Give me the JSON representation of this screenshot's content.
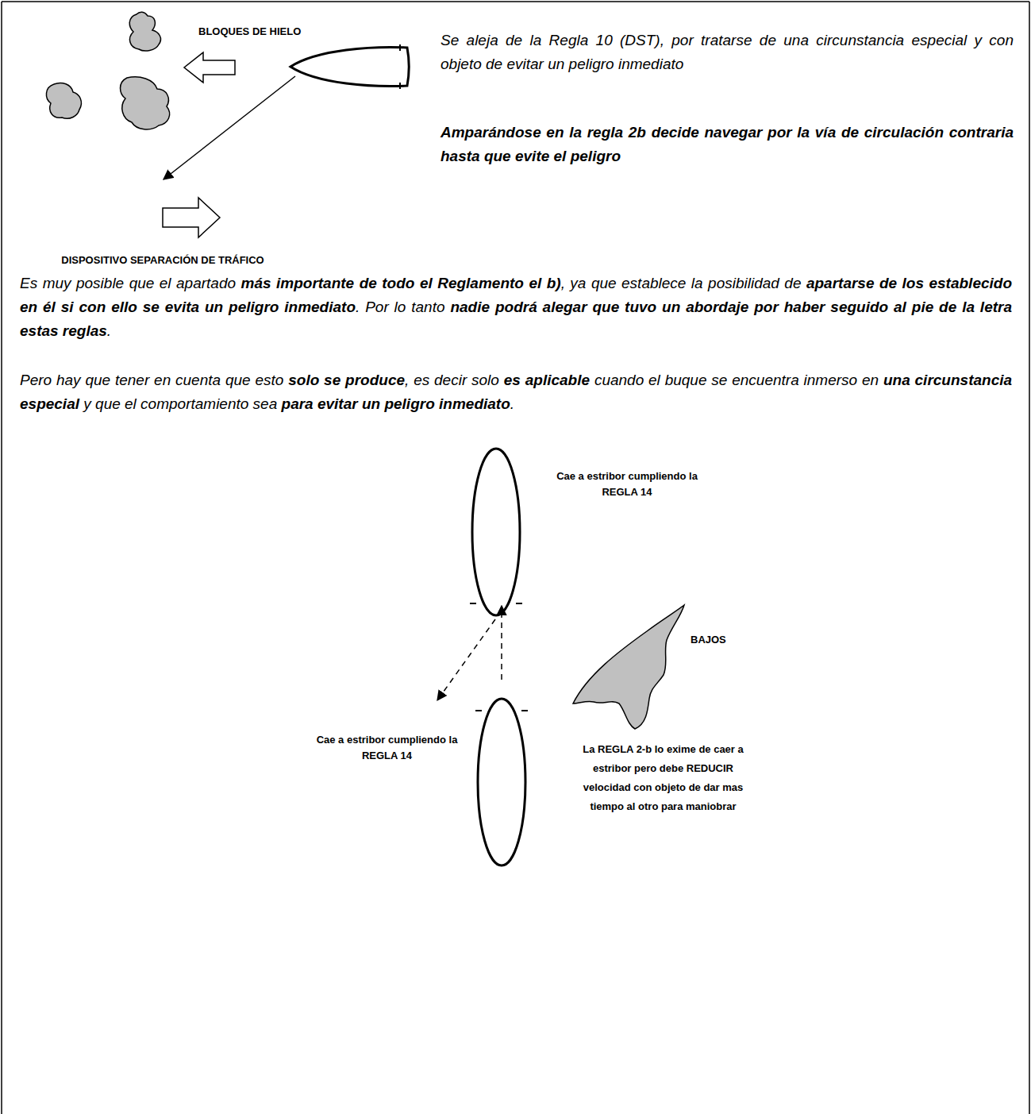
{
  "diagram": {
    "labels": [
      "BLOQUES DE HIELO",
      "DISPOSITIVO SEPARACIÓN DE TRÁFICO",
      "Se aleja de la Regla 10 (DST), por tratarse de una circunstancia especial y con objeto de evitar un peligro inmediato",
      "Amparándose en la regla 2b decide navegar por la vía de circulación contraria hasta que evite el peligro",
      "Es muy posible que el apartado",
      "más importante de todo el Reglamento  el b)",
      ", ya que establece la posibilidad de",
      "apartarse de los establecido en él si con ello se evita un peligro inmediato",
      ". Por lo tanto",
      "nadie podrá alegar que tuvo un abordaje por haber seguido al pie de la letra estas reglas",
      ".",
      "Pero hay que tener en cuenta que esto",
      "solo se produce",
      ", es decir solo",
      "es aplicable",
      "cuando el buque se encuentra inmerso en",
      "una circunstancia especial",
      "y que el comportamiento sea",
      "para evitar un peligro inmediato",
      ".",
      "Cae a estribor cumpliendo la REGLA 14",
      "Cae a estribor cumpliendo la REGLA 14",
      "BAJOS",
      "La REGLA 2-b lo exime de caer a estribor pero debe REDUCIR velocidad con objeto de dar mas tiempo al otro para maniobrar"
    ]
  }
}
